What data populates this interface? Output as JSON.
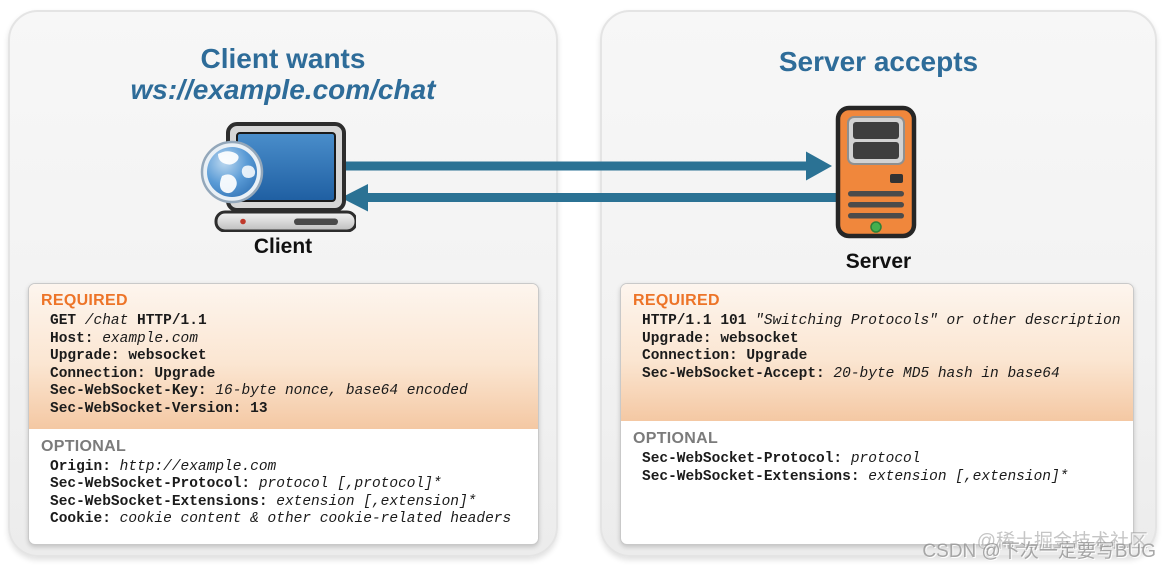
{
  "colors": {
    "title_blue": "#2E6C99",
    "arrow_blue": "#2B7294",
    "required_orange": "#ED7428",
    "optional_gray": "#7B7B7B",
    "required_bg_top": "#FDF5EE",
    "required_bg_bottom": "#F4C8A3",
    "panel_gray": "#F4F4F4",
    "server_orange": "#F0873C",
    "led_green": "#44B04E"
  },
  "client": {
    "title_line1": "Client wants",
    "title_line2": "ws://example.com/chat",
    "device_label": "Client",
    "required_label": "REQUIRED",
    "optional_label": "OPTIONAL",
    "required_lines": [
      [
        {
          "text": "GET",
          "style": "bold"
        },
        {
          "text": " /chat",
          "style": "italic"
        },
        {
          "text": " HTTP/1.1",
          "style": "bold"
        }
      ],
      [
        {
          "text": "Host:",
          "style": "bold"
        },
        {
          "text": " example.com",
          "style": "italic"
        }
      ],
      [
        {
          "text": "Upgrade: websocket",
          "style": "bold"
        }
      ],
      [
        {
          "text": "Connection: Upgrade",
          "style": "bold"
        }
      ],
      [
        {
          "text": "Sec-WebSocket-Key:",
          "style": "bold"
        },
        {
          "text": " 16-byte nonce, base64 encoded",
          "style": "italic"
        }
      ],
      [
        {
          "text": "Sec-WebSocket-Version: 13",
          "style": "bold"
        }
      ]
    ],
    "optional_lines": [
      [
        {
          "text": "Origin:",
          "style": "bold"
        },
        {
          "text": " http://example.com",
          "style": "italic"
        }
      ],
      [
        {
          "text": "Sec-WebSocket-Protocol:",
          "style": "bold"
        },
        {
          "text": " protocol [,protocol]*",
          "style": "italic"
        }
      ],
      [
        {
          "text": "Sec-WebSocket-Extensions:",
          "style": "bold"
        },
        {
          "text": " extension [,extension]*",
          "style": "italic"
        }
      ],
      [
        {
          "text": "Cookie:",
          "style": "bold"
        },
        {
          "text": " cookie content & other cookie-related headers",
          "style": "italic"
        }
      ]
    ]
  },
  "server": {
    "title": "Server accepts",
    "device_label": "Server",
    "required_label": "REQUIRED",
    "optional_label": "OPTIONAL",
    "required_lines": [
      [
        {
          "text": "HTTP/1.1 101",
          "style": "bold"
        },
        {
          "text": " \"Switching Protocols\" or other description",
          "style": "italic"
        }
      ],
      [
        {
          "text": "Upgrade: websocket",
          "style": "bold"
        }
      ],
      [
        {
          "text": "Connection: Upgrade",
          "style": "bold"
        }
      ],
      [
        {
          "text": "Sec-WebSocket-Accept:",
          "style": "bold"
        },
        {
          "text": " 20-byte MD5 hash in base64",
          "style": "italic"
        }
      ]
    ],
    "optional_lines": [
      [
        {
          "text": "Sec-WebSocket-Protocol:",
          "style": "bold"
        },
        {
          "text": " protocol",
          "style": "italic"
        }
      ],
      [
        {
          "text": "Sec-WebSocket-Extensions:",
          "style": "bold"
        },
        {
          "text": " extension [,extension]*",
          "style": "italic"
        }
      ]
    ]
  },
  "watermark": {
    "primary": "CSDN @下次一定要写BUG",
    "secondary": "@稀土掘金技术社区"
  }
}
